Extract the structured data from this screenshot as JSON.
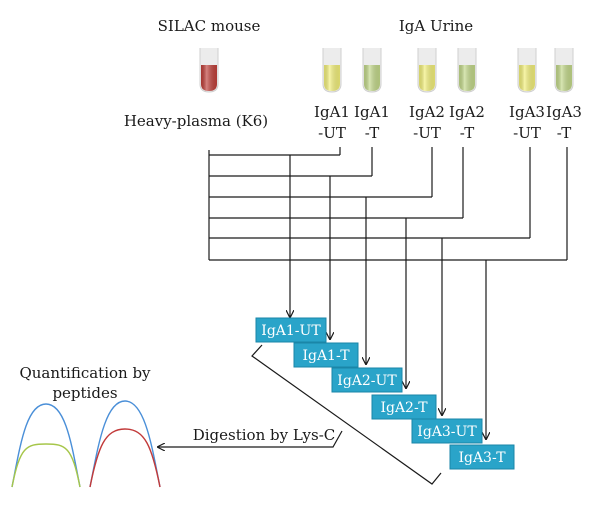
{
  "headers": {
    "silac": "SILAC mouse",
    "urine": "IgA Urine"
  },
  "plasma_label": "Heavy-plasma (K6)",
  "tubes": [
    {
      "id": "heavy",
      "color": "#c0403a"
    },
    {
      "id": "iga1-ut",
      "color": "#f3f07a",
      "line1": "IgA1",
      "line2": "-UT"
    },
    {
      "id": "iga1-t",
      "color": "#c3d98a",
      "line1": "IgA1",
      "line2": "-T"
    },
    {
      "id": "iga2-ut",
      "color": "#f3f07a",
      "line1": "IgA2",
      "line2": "-UT"
    },
    {
      "id": "iga2-t",
      "color": "#c3d98a",
      "line1": "IgA2",
      "line2": "-T"
    },
    {
      "id": "iga3-ut",
      "color": "#f3f07a",
      "line1": "IgA3",
      "line2": "-UT"
    },
    {
      "id": "iga3-t",
      "color": "#c3d98a",
      "line1": "IgA3",
      "line2": "-T"
    }
  ],
  "samples": [
    "IgA1-UT",
    "IgA1-T",
    "IgA2-UT",
    "IgA2-T",
    "IgA3-UT",
    "IgA3-T"
  ],
  "digestion_label": "Digestion by Lys-C",
  "quant_label": {
    "line1": "Quantification by",
    "line2": "peptides"
  },
  "colors": {
    "box": "#2aa4c9",
    "box_border": "#1a86a8",
    "curve_blue": "#4a8fd8",
    "curve_green": "#a6c64a",
    "curve_red": "#c23a3a"
  }
}
